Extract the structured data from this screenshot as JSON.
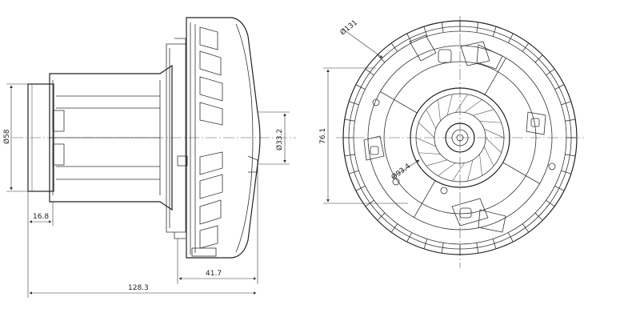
{
  "dimensions": {
    "d58": "Ø58",
    "d33_2": "Ø33.2",
    "d131": "Ø131",
    "d93_4": "Ø93.4",
    "h76_1": "76.1",
    "l16_8": "16.8",
    "l41_7": "41.7",
    "l128_3": "128.3"
  }
}
